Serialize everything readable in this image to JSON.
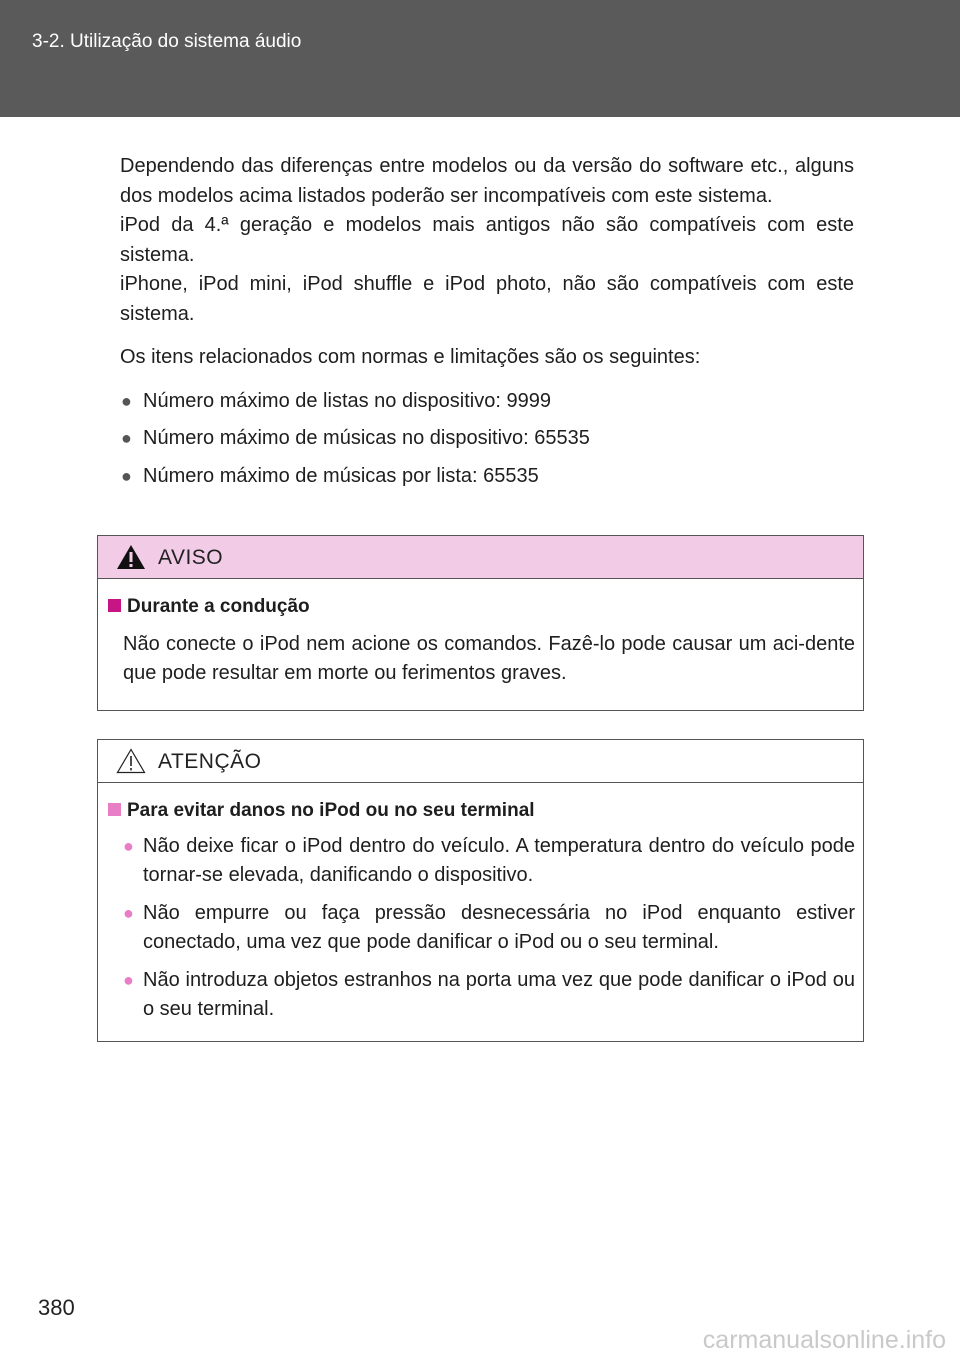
{
  "header": {
    "section_title": "3-2. Utilização do sistema áudio"
  },
  "main": {
    "para1": "Dependendo das diferenças entre modelos ou da versão do software etc., alguns dos modelos acima listados poderão ser incompatíveis com este sistema.",
    "para2": "iPod da 4.ª geração e modelos mais antigos não são compatíveis com este sistema.",
    "para3": "iPhone, iPod mini, iPod shuffle e iPod photo, não são compatíveis com este sistema.",
    "intro": "Os itens relacionados com normas e limitações são os seguintes:",
    "bullets": [
      "Número máximo de listas no dispositivo: 9999",
      "Número máximo de músicas no dispositivo: 65535",
      "Número máximo de músicas por lista: 65535"
    ]
  },
  "warning_box": {
    "title": "AVISO",
    "subtitle": "Durante a condução",
    "text": "Não conecte o iPod nem acione os comandos. Fazê-lo pode causar um aci-dente que pode resultar em morte ou ferimentos graves."
  },
  "caution_box": {
    "title": "ATENÇÃO",
    "subtitle": "Para evitar danos no iPod ou no seu terminal",
    "bullets": [
      "Não deixe ficar o iPod dentro do veículo. A temperatura dentro do veículo pode tornar-se elevada, danificando o dispositivo.",
      "Não empurre ou faça pressão desnecessária no iPod enquanto estiver conectado, uma vez que pode danificar o iPod ou o seu terminal.",
      "Não introduza objetos estranhos na porta uma vez que pode danificar o iPod ou o seu terminal."
    ]
  },
  "footer": {
    "page_number": "380",
    "watermark": "carmanualsonline.info"
  },
  "colors": {
    "header_bg": "#5a5a5a",
    "warning_header_bg": "#f2cce6",
    "warning_accent": "#c71585",
    "caution_accent": "#e87ec5"
  },
  "icons": {
    "warning": "warning-triangle-filled-icon",
    "caution": "warning-triangle-outline-icon",
    "bullet": "filled-circle-bullet-icon",
    "subtitle_marker": "filled-square-icon"
  }
}
